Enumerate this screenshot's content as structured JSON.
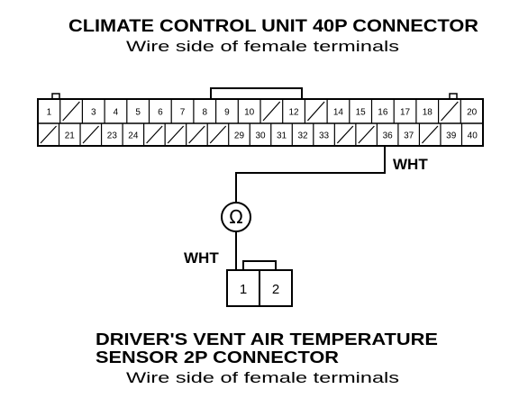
{
  "header": {
    "title": "CLIMATE CONTROL UNIT 40P CONNECTOR",
    "subtitle": "Wire side of female terminals"
  },
  "connector40": {
    "row1": [
      "1",
      "",
      "3",
      "4",
      "5",
      "6",
      "7",
      "8",
      "9",
      "10",
      "",
      "12",
      "",
      "14",
      "15",
      "16",
      "17",
      "18",
      "",
      "20"
    ],
    "row2": [
      "",
      "21",
      "",
      "23",
      "24",
      "",
      "",
      "",
      "",
      "29",
      "30",
      "31",
      "32",
      "33",
      "",
      "",
      "36",
      "37",
      "",
      "39",
      "40"
    ]
  },
  "wires": {
    "upper_color": "WHT",
    "lower_color": "WHT"
  },
  "meter": {
    "symbol": "Ω"
  },
  "sensor": {
    "pins": [
      "1",
      "2"
    ],
    "title_line1": "DRIVER'S VENT AIR TEMPERATURE",
    "title_line2": "SENSOR 2P CONNECTOR",
    "subtitle": "Wire side of female terminals"
  }
}
